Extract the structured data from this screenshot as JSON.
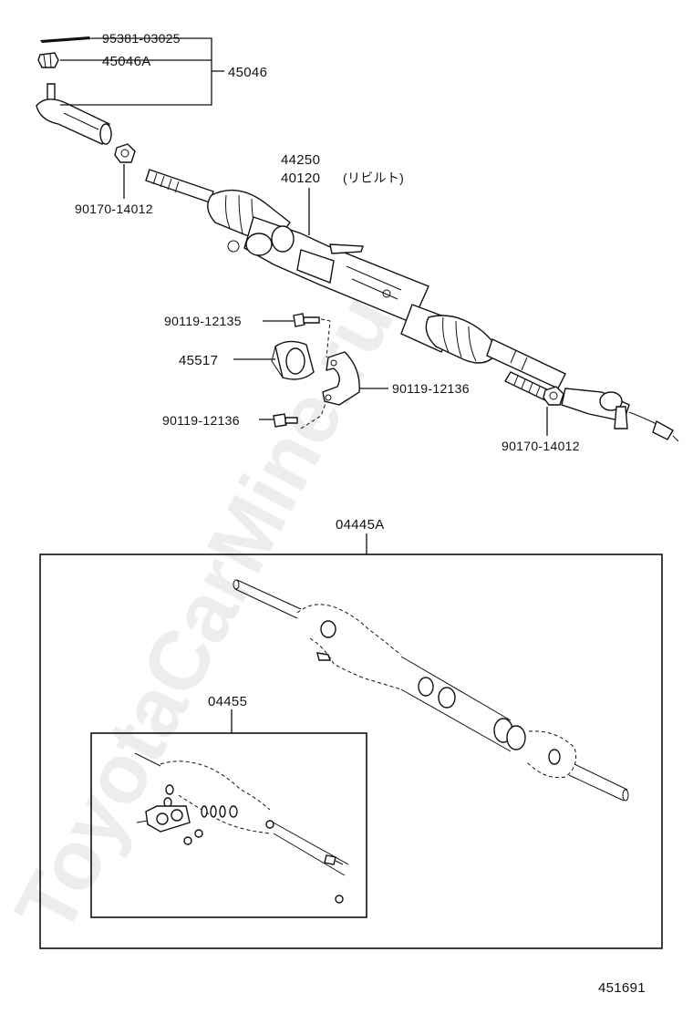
{
  "watermark": "ToyotaCarMine.ru",
  "labels": {
    "cotter_pin": "95381-03025",
    "nut": "45046A",
    "tie_rod_end": "45046",
    "lock_nut_left": "90170-14012",
    "gear_assy_1": "44250",
    "gear_assy_2": "40120",
    "gear_assy_note": "(リビルト)",
    "bolt_upper": "90119-12135",
    "bushing": "45517",
    "bracket_bolt": "90119-12136",
    "bolt_lower": "90119-12136",
    "lock_nut_right": "90170-14012",
    "gasket_kit": "04445A",
    "seal_kit": "04455",
    "diagram_id": "451691"
  }
}
